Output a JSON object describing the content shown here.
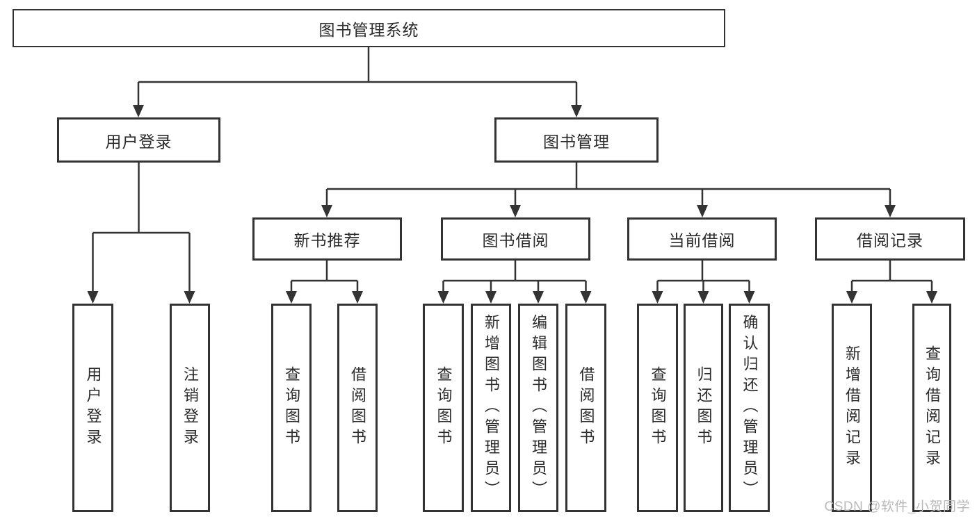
{
  "nodes": {
    "root": "图书管理系统",
    "branches": [
      {
        "label": "用户登录",
        "children": [
          "用户登录",
          "注销登录"
        ]
      },
      {
        "label": "图书管理",
        "sections": [
          {
            "label": "新书推荐",
            "children": [
              "查询图书",
              "借阅图书"
            ]
          },
          {
            "label": "图书借阅",
            "children": [
              "查询图书",
              "新增图书（管理员）",
              "编辑图书（管理员）",
              "借阅图书"
            ]
          },
          {
            "label": "当前借阅",
            "children": [
              "查询图书",
              "归还图书",
              "确认归还（管理员）"
            ]
          },
          {
            "label": "借阅记录",
            "children": [
              "新增借阅记录",
              "查询借阅记录"
            ]
          }
        ]
      }
    ]
  },
  "watermark": "CSDN @软件_小贺同学",
  "colors": {
    "line": "#333333",
    "text": "#2b2b2b",
    "watermark": "#b9b9b9",
    "background": "#ffffff"
  }
}
